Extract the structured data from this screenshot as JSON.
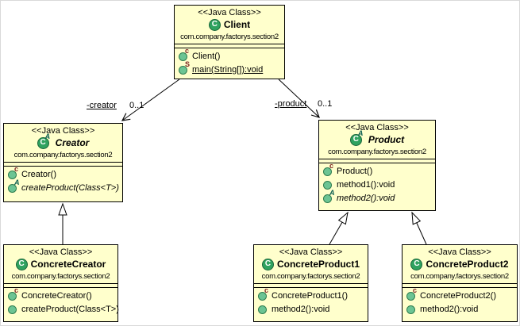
{
  "stereotype": "<<Java Class>>",
  "package": "com.company.factorys.section2",
  "icons": {
    "class_letter": "C",
    "abstract_marker": "A",
    "constructor_marker": "c",
    "static_marker": "S"
  },
  "colors": {
    "box_fill": "#FFFFCC",
    "box_border": "#000000",
    "icon_green": "#2FA25F",
    "marker_red": "#7b1f1f",
    "marker_teal": "#0a5d50"
  },
  "classes": [
    {
      "name": "Client",
      "abstract": false,
      "methods": [
        {
          "label": "Client()",
          "marker": "c"
        },
        {
          "label": "main(String[]):void",
          "marker": "S"
        }
      ]
    },
    {
      "name": "Creator",
      "abstract": true,
      "methods": [
        {
          "label": "Creator()",
          "marker": "c"
        },
        {
          "label": "createProduct(Class<T>)",
          "marker": "A"
        }
      ]
    },
    {
      "name": "Product",
      "abstract": true,
      "methods": [
        {
          "label": "Product()",
          "marker": "c"
        },
        {
          "label": "method1():void",
          "marker": ""
        },
        {
          "label": "method2():void",
          "marker": "A"
        }
      ]
    },
    {
      "name": "ConcreteCreator",
      "abstract": false,
      "methods": [
        {
          "label": "ConcreteCreator()",
          "marker": "c"
        },
        {
          "label": "createProduct(Class<T>)",
          "marker": ""
        }
      ]
    },
    {
      "name": "ConcreteProduct1",
      "abstract": false,
      "methods": [
        {
          "label": "ConcreteProduct1()",
          "marker": "c"
        },
        {
          "label": "method2():void",
          "marker": ""
        }
      ]
    },
    {
      "name": "ConcreteProduct2",
      "abstract": false,
      "methods": [
        {
          "label": "ConcreteProduct2()",
          "marker": "c"
        },
        {
          "label": "method2():void",
          "marker": ""
        }
      ]
    }
  ],
  "edges": {
    "creator_assoc": {
      "label": "-creator",
      "multiplicity": "0..1"
    },
    "product_assoc": {
      "label": "-product",
      "multiplicity": "0..1"
    }
  }
}
